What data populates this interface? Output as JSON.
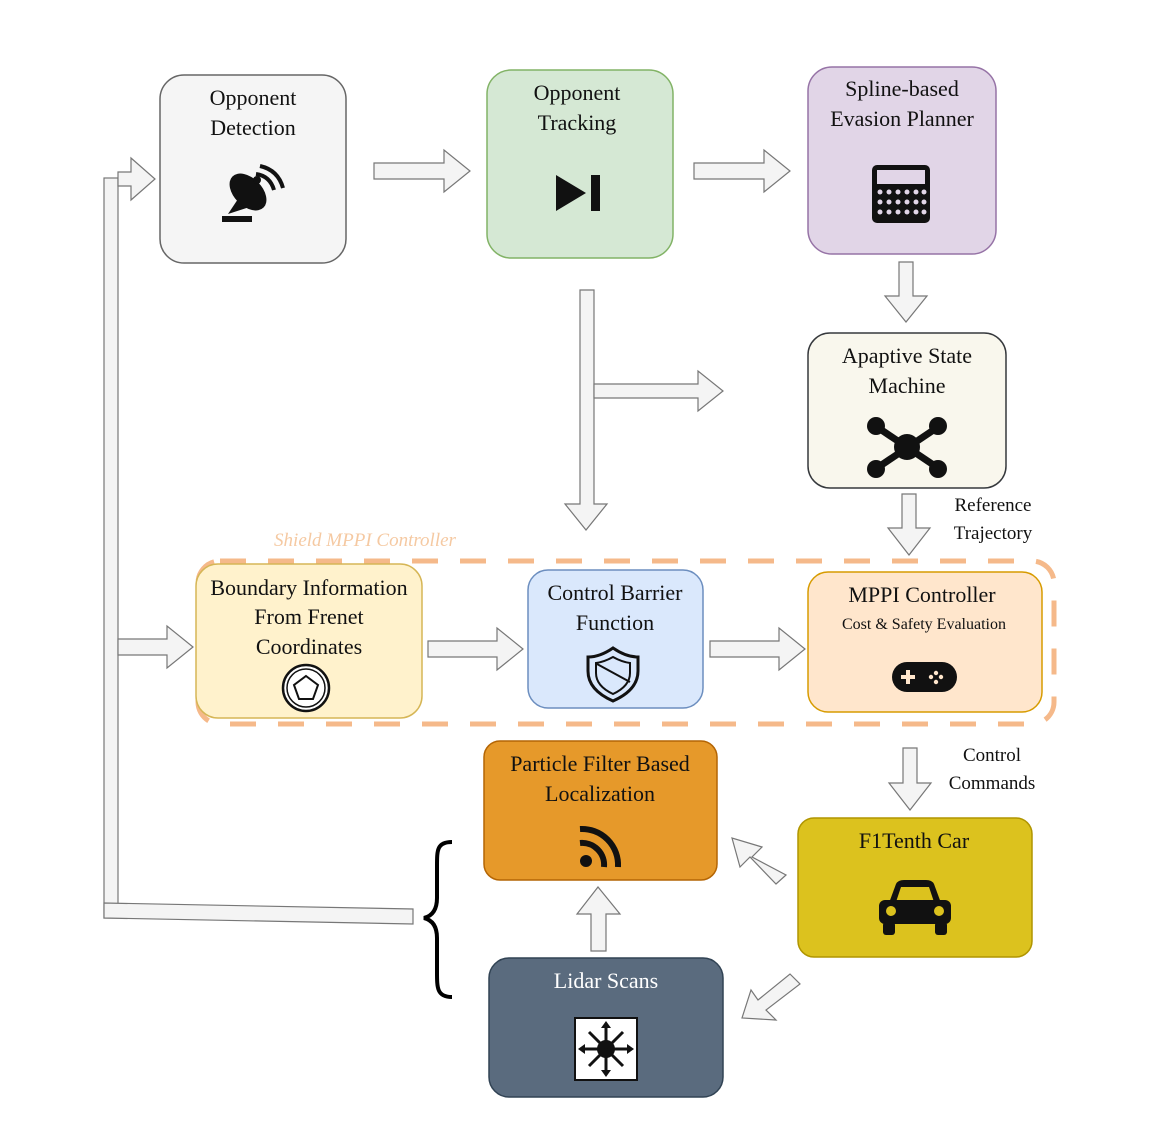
{
  "group": {
    "label": "Shield MPPI Controller",
    "color": "#f5b98a"
  },
  "nodes": {
    "opponent_detection": {
      "line1": "Opponent",
      "line2": "Detection",
      "icon": "satellite-dish-icon",
      "fill": "#f5f5f5",
      "stroke": "#666666"
    },
    "opponent_tracking": {
      "line1": "Opponent",
      "line2": "Tracking",
      "icon": "play-next-icon",
      "fill": "#d5e8d4",
      "stroke": "#82b366"
    },
    "spline_planner": {
      "line1": "Spline-based",
      "line2": "Evasion Planner",
      "icon": "calculator-icon",
      "fill": "#e1d5e7",
      "stroke": "#9673a6"
    },
    "state_machine": {
      "line1": "Apaptive State",
      "line2": "Machine",
      "icon": "drone-icon",
      "fill": "#f9f7ed",
      "stroke": "#36393d"
    },
    "boundary_info": {
      "line1": "Boundary Information",
      "line2": "From Frenet",
      "line3": "Coordinates",
      "icon": "pentagon-icon",
      "fill": "#fff2cc",
      "stroke": "#d6b656"
    },
    "cbf": {
      "line1": "Control Barrier",
      "line2": "Function",
      "icon": "shield-icon",
      "fill": "#dae8fc",
      "stroke": "#6c8ebf"
    },
    "mppi": {
      "line1": "MPPI Controller",
      "line2": "Cost & Safety Evaluation",
      "icon": "gamepad-icon",
      "fill": "#ffe6cc",
      "stroke": "#d79b00"
    },
    "particle_filter": {
      "line1": "Particle Filter Based",
      "line2": "Localization",
      "icon": "rss-icon",
      "fill": "#e6992a",
      "stroke": "#b46504"
    },
    "f1tenth": {
      "line1": "F1Tenth Car",
      "icon": "car-icon",
      "fill": "#dcc21e",
      "stroke": "#b09500"
    },
    "lidar": {
      "line1": "Lidar  Scans",
      "icon": "lidar-burst-icon",
      "fill": "#5a6b7e",
      "stroke": "#314354"
    }
  },
  "edge_labels": {
    "reference_1": "Reference",
    "reference_2": "Trajectory",
    "control_1": "Control",
    "control_2": "Commands"
  }
}
